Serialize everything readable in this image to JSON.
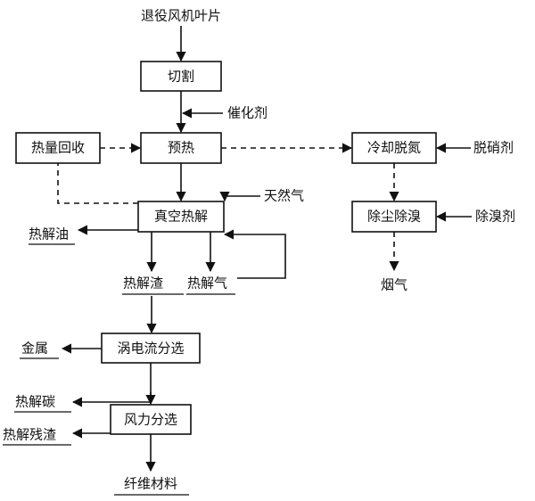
{
  "nodes": {
    "input": "退役风机叶片",
    "cutting": "切割",
    "catalyst": "催化剂",
    "heat_recovery": "热量回收",
    "preheat": "预热",
    "cooling_denitration": "冷却脱氮",
    "denitration_agent": "脱硝剂",
    "natural_gas": "天然气",
    "vacuum_pyrolysis": "真空热解",
    "dust_bromine_removal": "除尘除溴",
    "bromine_removal_agent": "除溴剂",
    "pyrolysis_oil": "热解油",
    "pyrolysis_residue": "热解渣",
    "pyrolysis_gas": "热解气",
    "flue_gas": "烟气",
    "eddy_current_separation": "涡电流分选",
    "metal": "金属",
    "pyrolysis_carbon": "热解碳",
    "wind_separation": "风力分选",
    "pyrolysis_remnant": "热解残渣",
    "fiber_material": "纤维材料"
  },
  "colors": {
    "line": "#111111",
    "background": "#ffffff"
  }
}
